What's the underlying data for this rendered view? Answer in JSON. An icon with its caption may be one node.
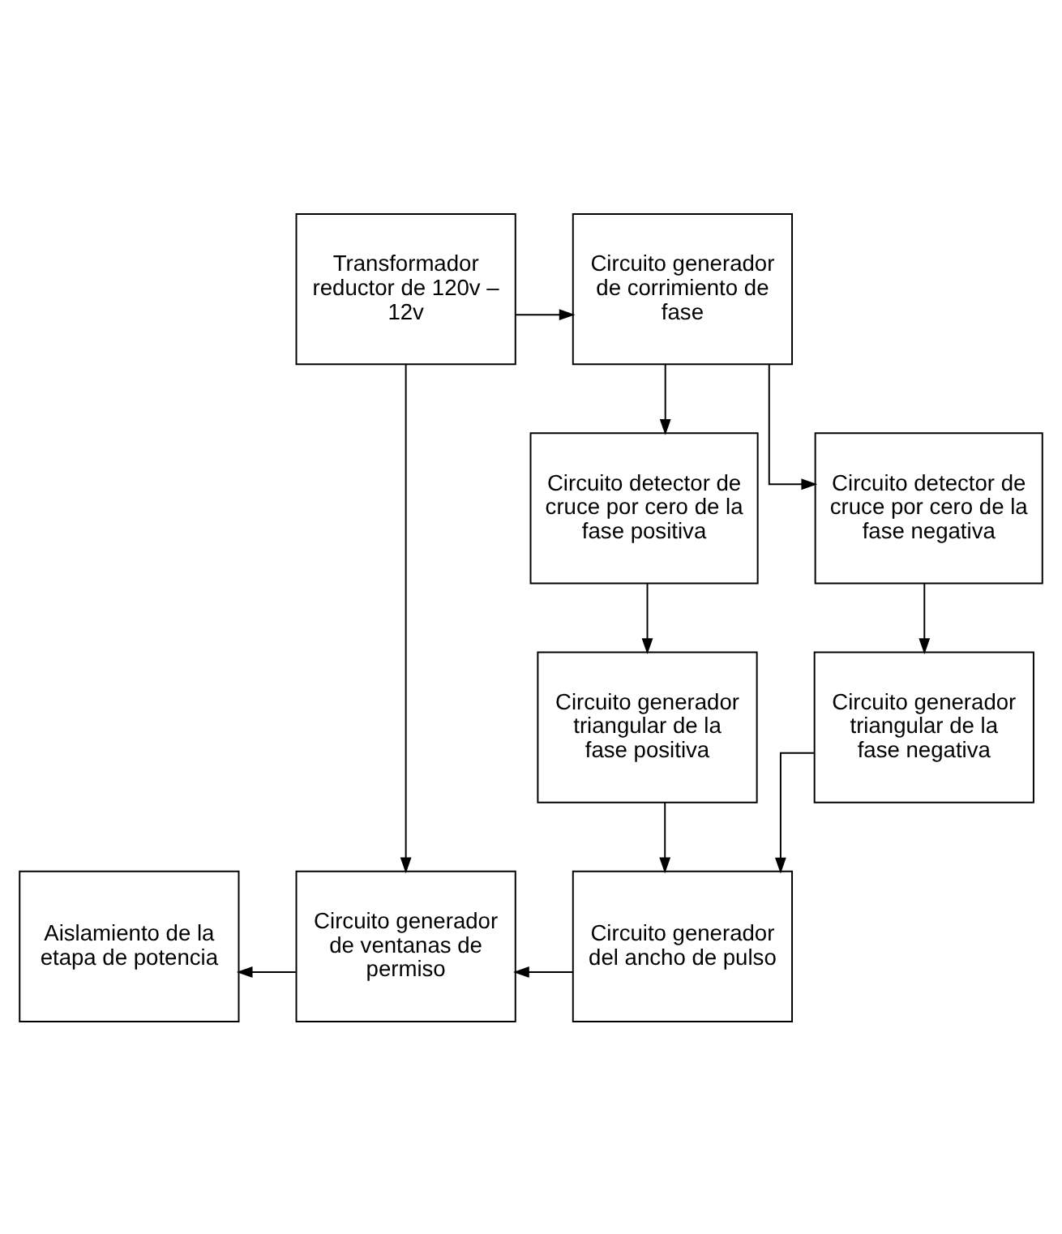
{
  "diagram": {
    "nodes": [
      {
        "text": [
          "Transformador reductor de 120v – 12v"
        ]
      },
      {
        "text": [
          "Circuito generador de corrimiento de fase"
        ]
      },
      {
        "text": [
          "Circuito detector de cruce por cero de la fase positiva"
        ]
      },
      {
        "text": [
          "Circuito detector de cruce por cero de la fase negativa"
        ]
      },
      {
        "text": [
          "Circuito generador triangular de la fase positiva"
        ]
      },
      {
        "text": [
          "Circuito generador triangular de la fase negativa"
        ]
      },
      {
        "text": [
          "Aislamiento de la etapa de potencia"
        ]
      },
      {
        "text": [
          "Circuito generador de ventanas de permiso"
        ]
      },
      {
        "text": [
          "Circuito generador del ancho de pulso"
        ]
      }
    ],
    "edges": [
      {
        "from": 0,
        "to": 1,
        "arrow": "to"
      },
      {
        "from": 1,
        "to": 2,
        "arrow": "to"
      },
      {
        "from": 1,
        "to": 3,
        "arrow": "to"
      },
      {
        "from": 2,
        "to": 4,
        "arrow": "to"
      },
      {
        "from": 3,
        "to": 5,
        "arrow": "to"
      },
      {
        "from": 4,
        "to": 8,
        "arrow": "to"
      },
      {
        "from": 5,
        "to": 8,
        "arrow": "to"
      },
      {
        "from": 0,
        "to": 7,
        "arrow": "to"
      },
      {
        "from": 8,
        "to": 7,
        "arrow": "to"
      },
      {
        "from": 7,
        "to": 6,
        "arrow": "to"
      }
    ]
  }
}
